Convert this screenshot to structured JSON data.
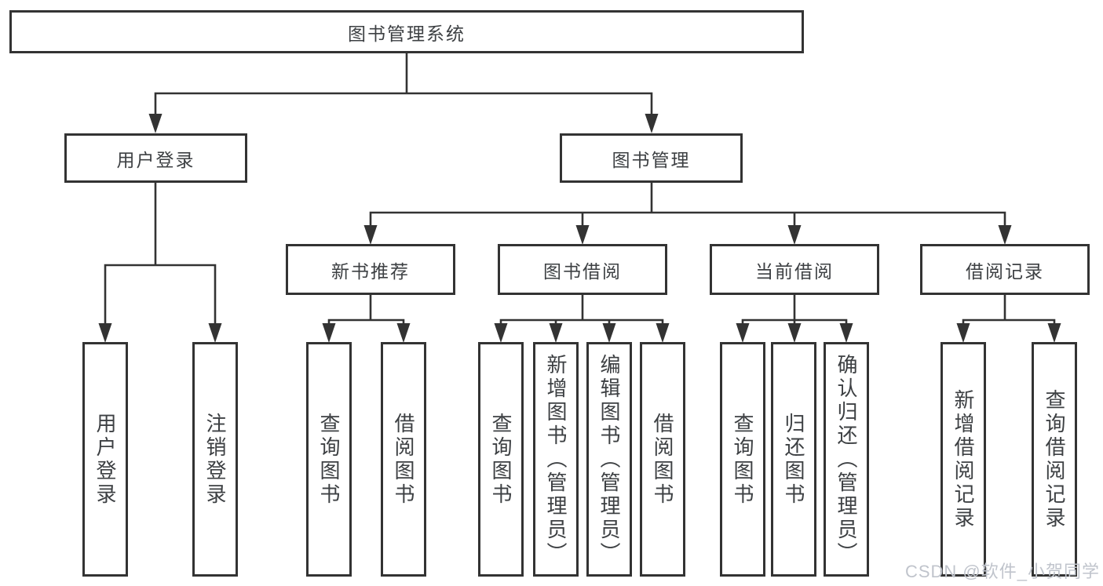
{
  "diagram": {
    "title_node": "图书管理系统",
    "nodes": {
      "root": "图书管理系统",
      "user_login": "用户登录",
      "book_mgmt": "图书管理",
      "new_book_rec": "新书推荐",
      "book_borrow": "图书借阅",
      "current_borrow": "当前借阅",
      "borrow_records": "借阅记录",
      "ul_user_login": "用户登录",
      "ul_logout": "注销登录",
      "nr_query_books": "查询图书",
      "nr_borrow_books": "借阅图书",
      "bb_query_books": "查询图书",
      "bb_add_books": "新增图书（管理员）",
      "bb_edit_books": "编辑图书（管理员）",
      "bb_borrow_books": "借阅图书",
      "cb_query_books": "查询图书",
      "cb_return_books": "归还图书",
      "cb_confirm_return": "确认归还（管理员）",
      "br_add_record": "新增借阅记录",
      "br_query_record": "查询借阅记录"
    },
    "watermark": "CSDN @软件_小贺同学",
    "colors": {
      "line": "#333333",
      "box_border": "#333333",
      "text": "#3d4043",
      "watermark": "#c0c4cc",
      "background": "#ffffff"
    }
  }
}
